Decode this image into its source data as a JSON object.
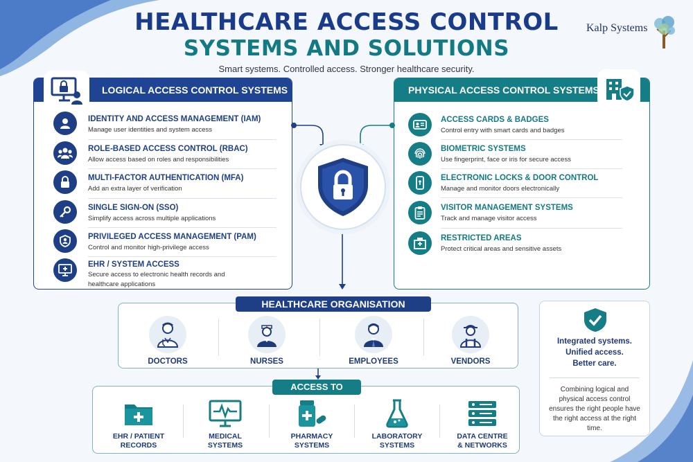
{
  "header": {
    "title_line1": "HEALTHCARE ACCESS CONTROL",
    "title_line2": "SYSTEMS AND SOLUTIONS",
    "subtitle": "Smart systems. Controlled access. Stronger healthcare security.",
    "brand": "Kalp Systems"
  },
  "logical": {
    "title": "LOGICAL ACCESS CONTROL SYSTEMS",
    "items": [
      {
        "title": "IDENTITY AND ACCESS MANAGEMENT (IAM)",
        "desc": "Manage user identities and system access",
        "icon": "user-icon"
      },
      {
        "title": "ROLE-BASED ACCESS CONTROL (RBAC)",
        "desc": "Allow access based on roles and responsibilities",
        "icon": "group-icon"
      },
      {
        "title": "MULTI-FACTOR AUTHENTICATION (MFA)",
        "desc": "Add an extra layer of verification",
        "icon": "lock-icon"
      },
      {
        "title": "SINGLE SIGN-ON (SSO)",
        "desc": "Simplify access across multiple applications",
        "icon": "key-icon"
      },
      {
        "title": "PRIVILEGED ACCESS MANAGEMENT (PAM)",
        "desc": "Control and monitor high-privilege access",
        "icon": "shield-user-icon"
      },
      {
        "title": "EHR / SYSTEM ACCESS",
        "desc": "Secure access to electronic health records and healthcare applications",
        "icon": "medical-monitor-icon"
      }
    ]
  },
  "physical": {
    "title": "PHYSICAL ACCESS CONTROL SYSTEMS",
    "items": [
      {
        "title": "ACCESS CARDS & BADGES",
        "desc": "Control entry with smart cards and badges",
        "icon": "badge-icon"
      },
      {
        "title": "BIOMETRIC SYSTEMS",
        "desc": "Use fingerprint, face or iris for secure access",
        "icon": "fingerprint-icon"
      },
      {
        "title": "ELECTRONIC LOCKS & DOOR CONTROL",
        "desc": "Manage and monitor doors electronically",
        "icon": "door-lock-icon"
      },
      {
        "title": "VISITOR MANAGEMENT SYSTEMS",
        "desc": "Track and manage visitor access",
        "icon": "clipboard-icon"
      },
      {
        "title": "RESTRICTED AREAS",
        "desc": "Protect critical areas and sensitive assets",
        "icon": "hospital-icon"
      }
    ]
  },
  "organisation": {
    "title": "HEALTHCARE ORGANISATION",
    "members": [
      "DOCTORS",
      "NURSES",
      "EMPLOYEES",
      "VENDORS"
    ]
  },
  "access": {
    "title": "ACCESS TO",
    "items": [
      {
        "line1": "EHR / PATIENT",
        "line2": "RECORDS",
        "icon": "folder-medical-icon"
      },
      {
        "line1": "MEDICAL",
        "line2": "SYSTEMS",
        "icon": "heartbeat-monitor-icon"
      },
      {
        "line1": "PHARMACY",
        "line2": "SYSTEMS",
        "icon": "pill-bottle-icon"
      },
      {
        "line1": "LABORATORY",
        "line2": "SYSTEMS",
        "icon": "flask-icon"
      },
      {
        "line1": "DATA CENTRE",
        "line2": "& NETWORKS",
        "icon": "server-icon"
      }
    ]
  },
  "side": {
    "tag_line1": "Integrated systems.",
    "tag_line2": "Unified access.",
    "tag_line3": "Better care.",
    "desc": "Combining logical and physical access control ensures the right people have the right access at the right time."
  },
  "colors": {
    "navy": "#1e3f86",
    "teal": "#157d85",
    "background": "#f4f7fb"
  }
}
